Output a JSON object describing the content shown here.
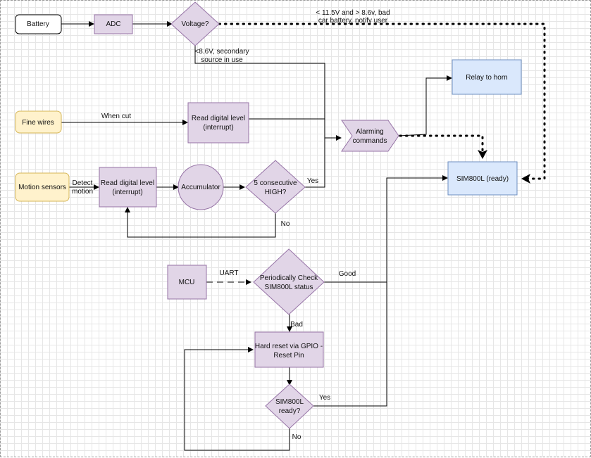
{
  "nodes": {
    "battery": "Battery",
    "adc": "ADC",
    "voltage": "Voltage?",
    "fine_wires": "Fine wires",
    "read_digital_1": [
      "Read digital level",
      "(interrupt)"
    ],
    "motion_sensors": "Motion sensors",
    "read_digital_2": [
      "Read digital level",
      "(interrupt)"
    ],
    "accumulator": "Accumulator",
    "five_consecutive": [
      "5 consecutive",
      "HIGH?"
    ],
    "alarming": [
      "Alarming",
      "commands"
    ],
    "relay": "Relay to horn",
    "sim800l": "SIM800L (ready)",
    "mcu": "MCU",
    "periodic_check": [
      "Periodically Check",
      "SIM800L status"
    ],
    "hard_reset": [
      "Hard reset via GPIO -",
      "Reset Pin"
    ],
    "sim_ready": [
      "SIM800L",
      "ready?"
    ]
  },
  "labels": {
    "bad_battery": [
      "< 11.5V and > 8.6v, bad",
      "car battery, notify user"
    ],
    "secondary": [
      "<8.6V, secondary",
      "source in use"
    ],
    "when_cut": "When cut",
    "detect_motion": [
      "Detect",
      "motion"
    ],
    "yes_1": "Yes",
    "no_1": "No",
    "uart": "UART",
    "good": "Good",
    "bad": "Bad",
    "yes_2": "Yes",
    "no_2": "No"
  },
  "colors": {
    "purple_fill": "#e1d5e7",
    "purple_stroke": "#9673a6",
    "yellow_fill": "#fff2cc",
    "yellow_stroke": "#d6b656",
    "blue_fill": "#dae8fc",
    "blue_stroke": "#6c8ebf",
    "line": "#000000"
  }
}
